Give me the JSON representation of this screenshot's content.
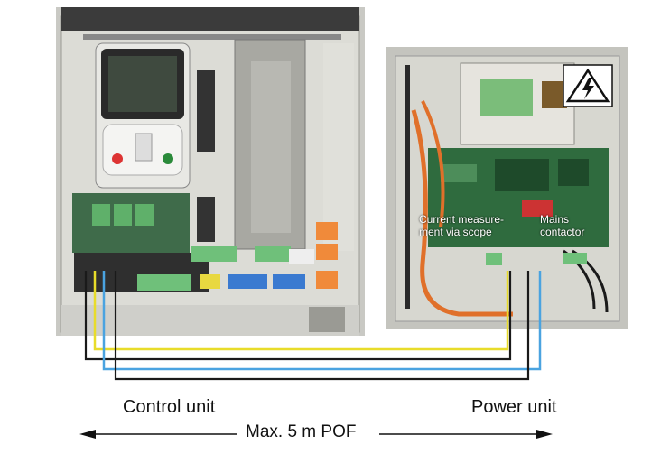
{
  "labels": {
    "current_measurement": "Current measure-\nment via scope",
    "mains_contactor": "Mains\ncontactor",
    "control_unit": "Control unit",
    "power_unit": "Power unit",
    "max_length": "Max. 5 m POF"
  },
  "colors": {
    "yellow_fiber": "#e8dc2a",
    "blue_fiber": "#4aa3e0",
    "black_fiber": "#1a1a1a"
  },
  "icons": [
    "high-voltage-warning-icon"
  ]
}
